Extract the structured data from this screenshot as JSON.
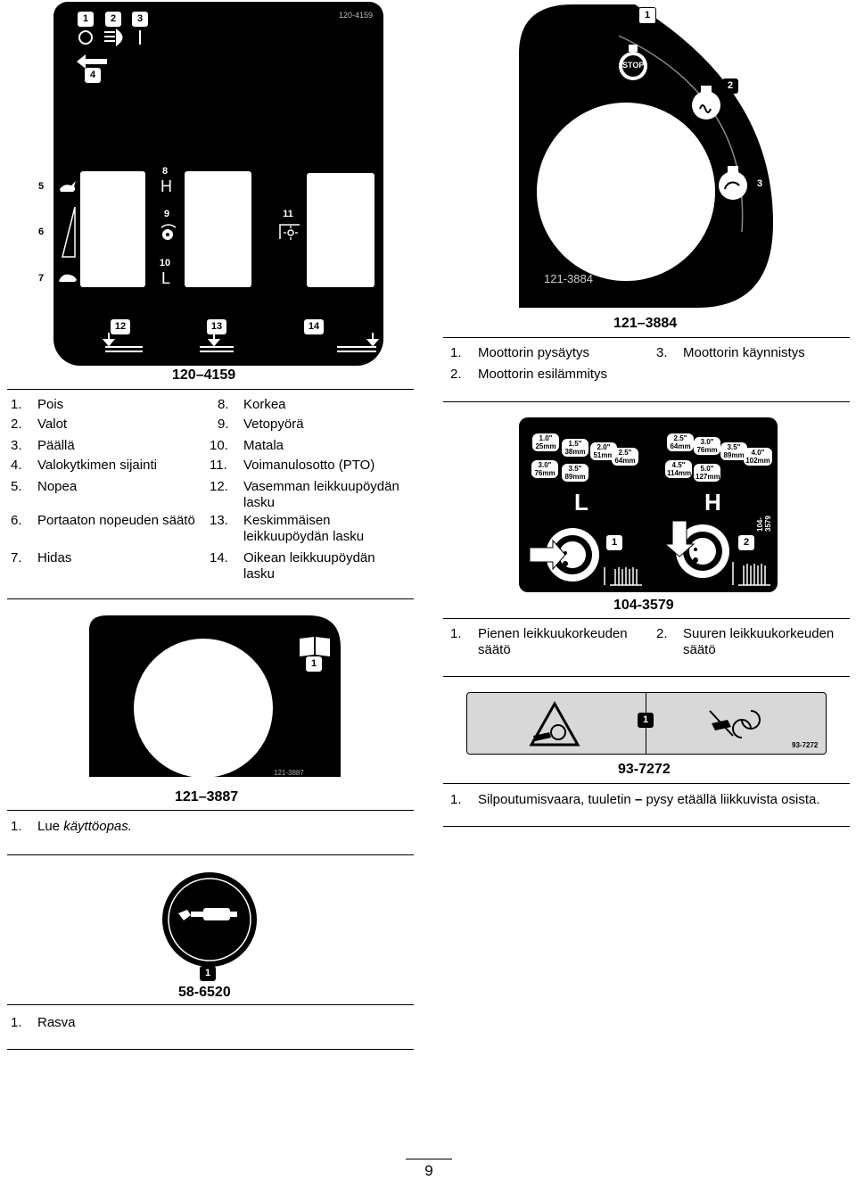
{
  "decal_120_4159": {
    "code_small": "120-4159",
    "caption": "120–4159",
    "callouts": [
      "1",
      "2",
      "3",
      "4",
      "5",
      "6",
      "7",
      "8",
      "9",
      "10",
      "11",
      "12",
      "13",
      "14"
    ],
    "symbols": {
      "high": "H",
      "low": "L"
    },
    "legend_left": [
      {
        "n": "1.",
        "t": "Pois"
      },
      {
        "n": "2.",
        "t": "Valot"
      },
      {
        "n": "3.",
        "t": "Päällä"
      },
      {
        "n": "4.",
        "t": "Valokytkimen sijainti"
      },
      {
        "n": "5.",
        "t": "Nopea"
      },
      {
        "n": "6.",
        "t": "Portaaton nopeuden säätö"
      },
      {
        "n": "7.",
        "t": "Hidas"
      }
    ],
    "legend_right": [
      {
        "n": "8.",
        "t": "Korkea"
      },
      {
        "n": "9.",
        "t": "Vetopyörä"
      },
      {
        "n": "10.",
        "t": "Matala"
      },
      {
        "n": "11.",
        "t": "Voimanulosotto (PTO)"
      },
      {
        "n": "12.",
        "t": "Vasemman leikkuupöydän lasku"
      },
      {
        "n": "13.",
        "t": "Keskimmäisen leikkuupöydän lasku"
      },
      {
        "n": "14.",
        "t": "Oikean leikkuupöydän lasku"
      }
    ]
  },
  "decal_121_3884": {
    "code_small": "121-3884",
    "caption": "121–3884",
    "stop_text": "STOP",
    "callouts": [
      "1",
      "2",
      "3"
    ],
    "legend": [
      {
        "n": "1.",
        "t": "Moottorin pysäytys"
      },
      {
        "n": "2.",
        "t": "Moottorin esilämmitys"
      },
      {
        "n": "3.",
        "t": "Moottorin käynnistys"
      }
    ]
  },
  "decal_104_3579": {
    "caption": "104-3579",
    "code_small": "104-3579",
    "low": {
      "letter": "L",
      "callout": "1",
      "heights": [
        "1.0\" 25mm",
        "1.5\" 38mm",
        "2.0\" 51mm",
        "2.5\" 64mm",
        "3.0\" 76mm",
        "3.5\" 89mm"
      ]
    },
    "high": {
      "letter": "H",
      "callout": "2",
      "heights": [
        "2.5\" 64mm",
        "3.0\" 76mm",
        "3.5\" 89mm",
        "4.0\" 102mm",
        "4.5\" 114mm",
        "5.0\" 127mm"
      ]
    },
    "legend": [
      {
        "n": "1.",
        "t": "Pienen leikkuukorkeuden säätö"
      },
      {
        "n": "2.",
        "t": "Suuren leikkuukorkeuden säätö"
      }
    ]
  },
  "decal_121_3887": {
    "code_small": "121-3887",
    "caption": "121–3887",
    "callout": "1",
    "legend_n": "1.",
    "legend_t": "Lue",
    "legend_t_italic": "käyttöopas."
  },
  "decal_93_7272": {
    "code_small": "93-7272",
    "caption": "93-7272",
    "callout": "1",
    "legend_n": "1.",
    "legend_t1": "Silpoutumisvaara, tuuletin",
    "legend_dash": "–",
    "legend_t2": "pysy etäällä liikkuvista osista."
  },
  "decal_58_6520": {
    "caption": "58-6520",
    "callout": "1",
    "legend_n": "1.",
    "legend_t": "Rasva"
  },
  "page_number": "9"
}
